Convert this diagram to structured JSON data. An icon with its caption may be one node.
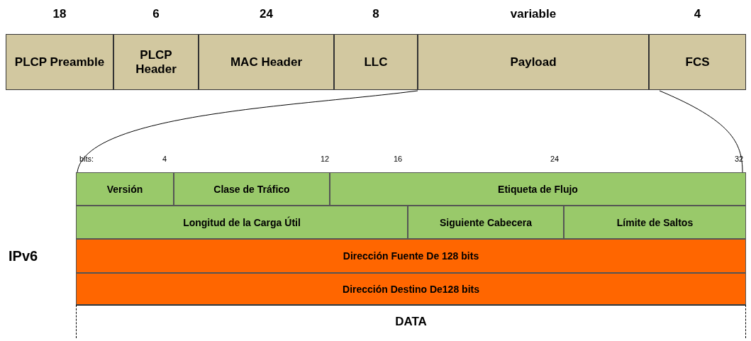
{
  "diagram": {
    "nodes": [
      {
        "text": [
          "PLCP Preamble"
        ],
        "beside": [
          "18"
        ]
      },
      {
        "text": [
          "PLCP Header"
        ],
        "beside": [
          "6"
        ]
      },
      {
        "text": [
          "MAC Header"
        ],
        "beside": [
          "24"
        ]
      },
      {
        "text": [
          "LLC"
        ],
        "beside": [
          "8"
        ]
      },
      {
        "text": [
          "Payload"
        ],
        "beside": [
          "variable"
        ]
      },
      {
        "text": [
          "FCS"
        ],
        "beside": [
          "4"
        ]
      },
      {
        "text": [
          "Versión"
        ]
      },
      {
        "text": [
          "Clase de Tráfico"
        ]
      },
      {
        "text": [
          "Etiqueta de Flujo"
        ]
      },
      {
        "text": [
          "Longitud de la Carga Útil"
        ]
      },
      {
        "text": [
          "Siguiente Cabecera"
        ]
      },
      {
        "text": [
          "Límite de Saltos"
        ]
      },
      {
        "text": [
          "Dirección Fuente De 128 bits"
        ]
      },
      {
        "text": [
          "Dirección Destino De128 bits"
        ]
      },
      {
        "text": [
          "DATA"
        ]
      }
    ],
    "labels": [
      "bits:",
      "4",
      "12",
      "16",
      "24",
      "32",
      "IPv6"
    ]
  }
}
